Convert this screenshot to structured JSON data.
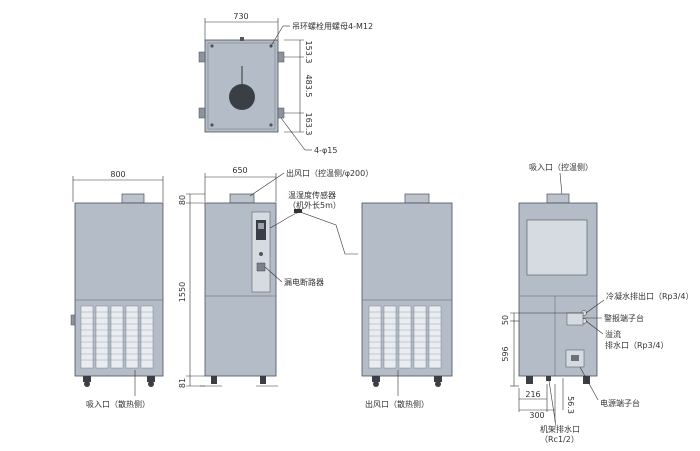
{
  "top_view": {
    "width_dim": "730",
    "hoist_label": "吊环螺栓用螺母4-M12",
    "dim_top": "153.3",
    "dim_mid": "483.5",
    "dim_bottom": "163.3",
    "holes_label": "4-φ15"
  },
  "left_view": {
    "width_dim": "800",
    "intake_label": "吸入口（散热侧）"
  },
  "front_view": {
    "width_dim": "650",
    "outlet_label": "出风口（控温侧/φ200）",
    "sensor_label_line1": "温湿度传感器",
    "sensor_label_line2": "（机外长5m）",
    "breaker_label": "漏电断路器",
    "dim_top": "80",
    "dim_mid": "1550",
    "dim_bottom": "81"
  },
  "back_view": {
    "outlet_label": "出风口（散热侧）"
  },
  "right_view": {
    "intake_label": "吸入口（控温侧）",
    "condensate_label": "冷凝水排出口（Rp3/4）",
    "alarm_label": "警报端子台",
    "overflow_label_line1": "溢流",
    "overflow_label_line2": "排水口（Rp3/4）",
    "power_label": "电源端子台",
    "frame_drain_line1": "机架排水口",
    "frame_drain_line2": "（Rc1/2）",
    "dim_50": "50",
    "dim_596": "596",
    "dim_216": "216",
    "dim_300": "300",
    "dim_563": "56.3"
  }
}
